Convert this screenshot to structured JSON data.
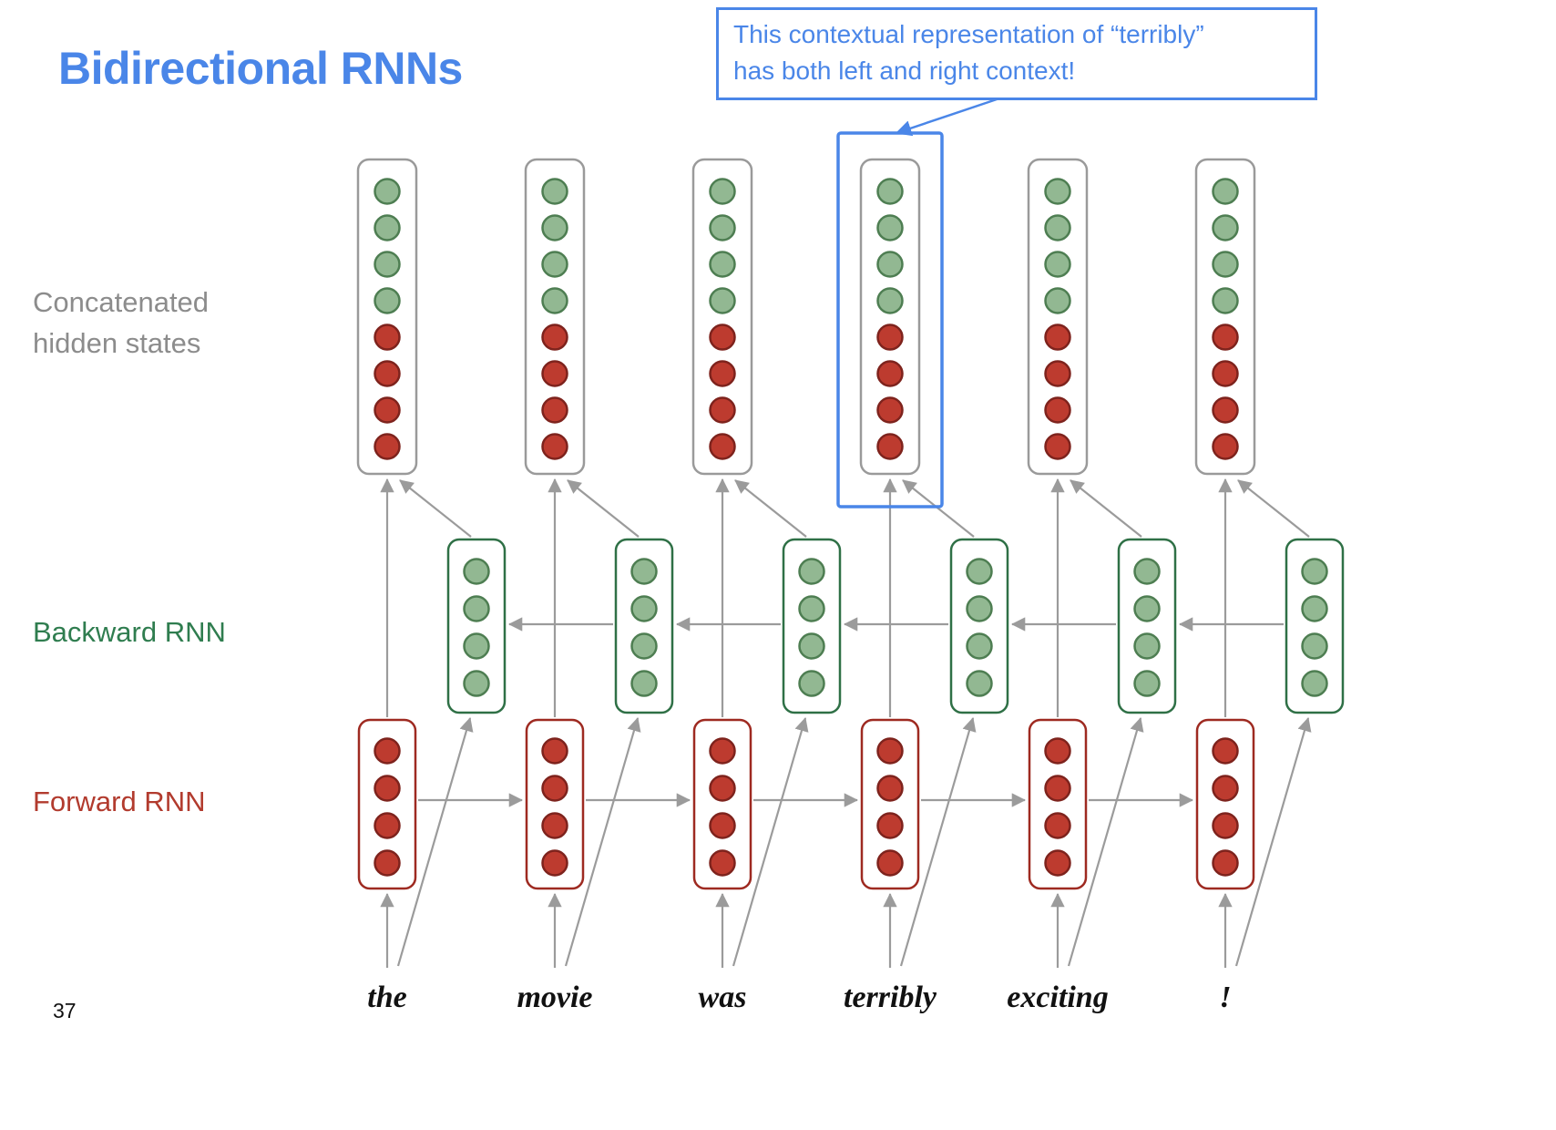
{
  "slide": {
    "title": "Bidirectional RNNs",
    "page_number": "37"
  },
  "callout": {
    "line1": "This contextual representation of “terribly”",
    "line2": "has both left and right context!"
  },
  "labels": {
    "concatenated_line1": "Concatenated",
    "concatenated_line2": "hidden states",
    "backward_rnn": "Backward RNN",
    "forward_rnn": "Forward RNN"
  },
  "words": [
    "the",
    "movie",
    "was",
    "terribly",
    "exciting",
    "!"
  ],
  "highlighted_word": "terribly",
  "diagram": {
    "concat_green_units": 4,
    "concat_red_units": 4,
    "backward_units": 4,
    "forward_units": 4
  },
  "colors": {
    "accent_blue": "#4a86e8",
    "arrow_gray": "#9b9b9b",
    "box_gray": "#9a9a9a",
    "green_fill": "#92b892",
    "green_stroke": "#4e7e52",
    "backward_box_stroke": "#2f7046",
    "red_fill": "#bd3b2f",
    "red_stroke": "#7e231d",
    "forward_box_stroke": "#9e2a21",
    "label_gray": "#8c8c8c",
    "backward_label_green": "#2f7d4f",
    "forward_label_red": "#b23b2e",
    "word_color": "#111111"
  }
}
